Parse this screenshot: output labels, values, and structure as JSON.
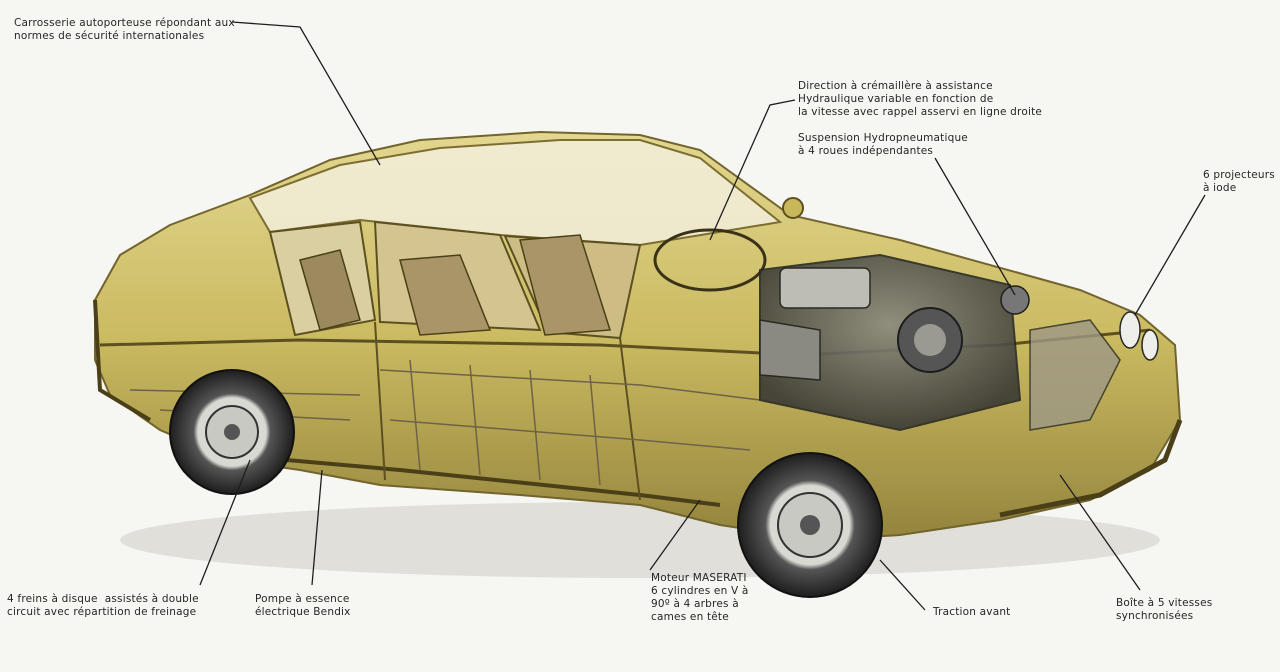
{
  "callouts": {
    "carrosserie": "Carrosserie autoporteuse répondant aux\nnormes de sécurité internationales",
    "direction": "Direction à crémaillère à assistance\nHydraulique variable en fonction de\nla vitesse avec rappel asservi en ligne droite",
    "suspension": "Suspension Hydropneumatique\nà 4 roues indépendantes",
    "projecteurs": "6 projecteurs\nà iode",
    "freins": "4 freins à disque  assistés à double\ncircuit avec répartition de freinage",
    "pompe": "Pompe à essence\nélectrique Bendix",
    "moteur": "Moteur MASERATI\n6 cylindres en V à\n90º à 4 arbres à\ncames en tête",
    "traction": "Traction avant",
    "boite": "Boîte à 5 vitesses\nsynchronisées"
  },
  "colors": {
    "body": "#c9b85a",
    "body_dark": "#8a7a2e",
    "interior": "#b9a77c",
    "tyre": "#2b2b2b",
    "leader": "#1e1e1e"
  }
}
